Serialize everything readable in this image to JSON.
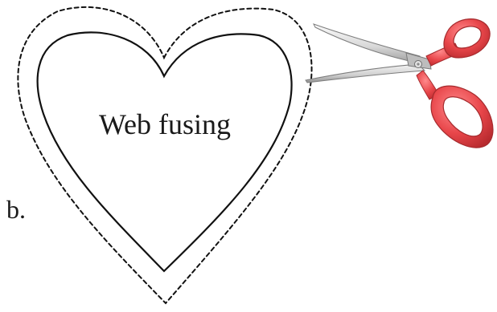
{
  "diagram": {
    "heart_text": "Web fusing",
    "part_label": "b.",
    "icons": {
      "outer": "dashed-cut-line-heart",
      "inner": "solid-outline-heart",
      "tool": "scissors-icon"
    },
    "colors": {
      "outline": "#111111",
      "scissor_handle": "#e8464a",
      "scissor_handle_dark": "#b72a2e",
      "blade_light": "#f1f1f1",
      "blade_dark": "#9a9a9a"
    }
  }
}
